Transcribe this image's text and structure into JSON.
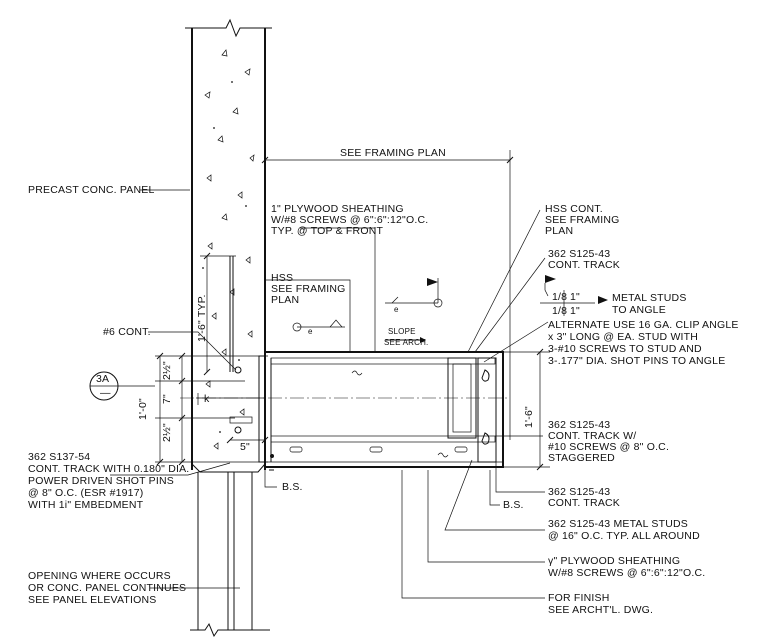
{
  "notes": {
    "precast": "PRECAST CONC. PANEL",
    "see_framing_plan": "SEE FRAMING PLAN",
    "plywood_top_1": "1\" PLYWOOD SHEATHING",
    "plywood_top_2": "W/#8 SCREWS @ 6\":6\":12\"O.C.",
    "plywood_top_3": "TYP. @ TOP & FRONT",
    "hss_cont_1": "HSS CONT.",
    "hss_cont_2": "SEE FRAMING",
    "hss_cont_3": "PLAN",
    "track_top_1": "362 S125-43",
    "track_top_2": "CONT. TRACK",
    "hss_1": "HSS",
    "hss_2": "SEE FRAMING",
    "hss_3": "PLAN",
    "weld_1": "1/8",
    "weld_2": "1\"",
    "weld_3": "1/8",
    "weld_4": "1\"",
    "metal_studs_1": "METAL STUDS",
    "metal_studs_2": "TO ANGLE",
    "alternate_1": "ALTERNATE  USE 16 GA. CLIP ANGLE",
    "alternate_2": "x 3\" LONG @ EA. STUD WITH",
    "alternate_3": "3-#10 SCREWS TO STUD AND",
    "alternate_4": "3-.177\" DIA. SHOT PINS TO ANGLE",
    "slope_1": "SLOPE",
    "slope_2": "SEE ARCH.",
    "cont_6": "#6 CONT.",
    "typ_dim": "1'-6\" TYP.",
    "section_num": "3A",
    "section_sheet": "—",
    "dim_1_0": "1'-0\"",
    "dim_2_1": "2½\"",
    "dim_7": "7\"",
    "dim_2_2": "2½\"",
    "dim_k": "k",
    "dim_5": "5\"",
    "dim_1_6": "1'-6\"",
    "track_right_1": "362 S125-43",
    "track_right_2": "CONT. TRACK W/",
    "track_right_3": "#10 SCREWS @ 8\" O.C.",
    "track_right_4": "STAGGERED",
    "s137_1": "362 S137-54",
    "s137_2": "CONT. TRACK WITH 0.180\" DIA.",
    "s137_3": "POWER DRIVEN SHOT PINS",
    "s137_4": "@ 8\" O.C. (ESR #1917)",
    "s137_5": "WITH 1i\" EMBEDMENT",
    "bs_left": "B.S.",
    "bs_right": "B.S.",
    "track_bottom_1": "362 S125-43",
    "track_bottom_2": "CONT. TRACK",
    "studs_1": "362 S125-43 METAL STUDS",
    "studs_2": "@ 16\" O.C. TYP. ALL AROUND",
    "ply_bot_1": "γ\" PLYWOOD SHEATHING",
    "ply_bot_2": "W/#8 SCREWS @ 6\":6\":12\"O.C.",
    "opening_1": "OPENING WHERE OCCURS",
    "opening_2": "OR CONC. PANEL CONTINUES",
    "opening_3": "SEE PANEL ELEVATIONS",
    "finish_1": "FOR FINISH",
    "finish_2": "SEE ARCHT'L. DWG.",
    "weld_tag_e1": "e",
    "weld_tag_e2": "e"
  }
}
